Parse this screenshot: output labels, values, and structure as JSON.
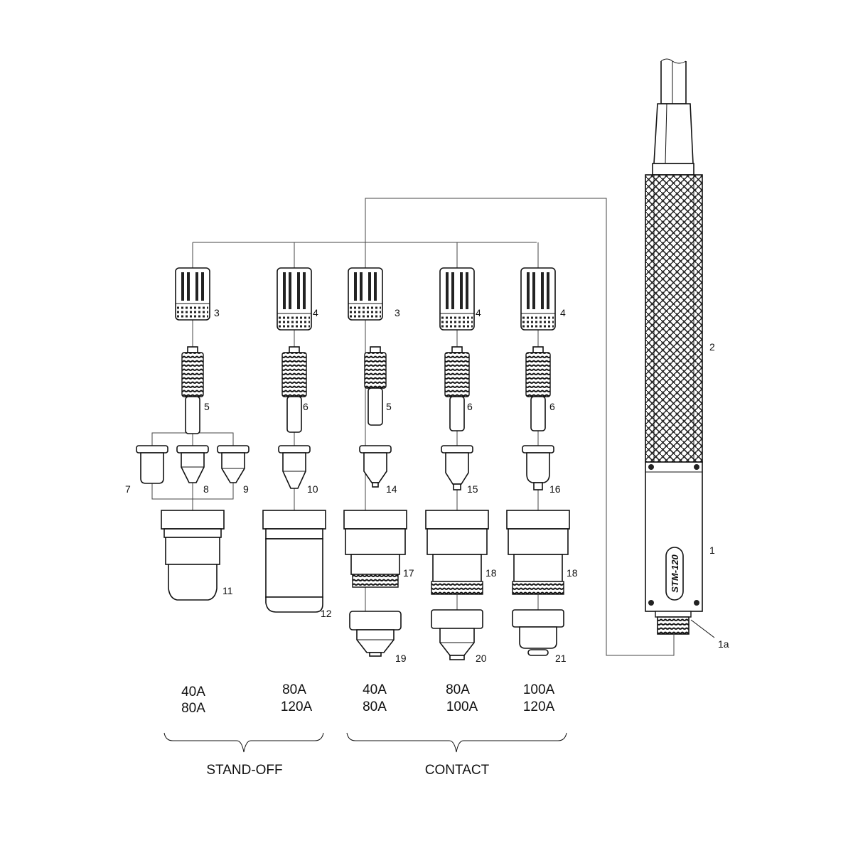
{
  "torch": {
    "brand": "STM-120",
    "labels": {
      "body": "1",
      "connector": "1a",
      "handle": "2"
    }
  },
  "columns": [
    {
      "id": "c1",
      "cap": "3",
      "electrode": "5",
      "tips": [
        "7",
        "8",
        "9"
      ],
      "cup": "11",
      "amps": [
        "40A",
        "80A"
      ]
    },
    {
      "id": "c2",
      "cap": "4",
      "electrode": "6",
      "tips": [
        "10"
      ],
      "cup": "12",
      "amps": [
        "80A",
        "120A"
      ]
    },
    {
      "id": "c3",
      "cap": "3",
      "electrode": "5",
      "tips": [
        "14"
      ],
      "cup": "17",
      "shield": "19",
      "amps": [
        "40A",
        "80A"
      ]
    },
    {
      "id": "c4",
      "cap": "4",
      "electrode": "6",
      "tips": [
        "15"
      ],
      "cup": "18",
      "shield": "20",
      "amps": [
        "80A",
        "100A"
      ]
    },
    {
      "id": "c5",
      "cap": "4",
      "electrode": "6",
      "tips": [
        "16"
      ],
      "cup": "18",
      "shield": "21",
      "amps": [
        "100A",
        "120A"
      ]
    }
  ],
  "groups": {
    "standoff": "STAND-OFF",
    "contact": "CONTACT"
  }
}
